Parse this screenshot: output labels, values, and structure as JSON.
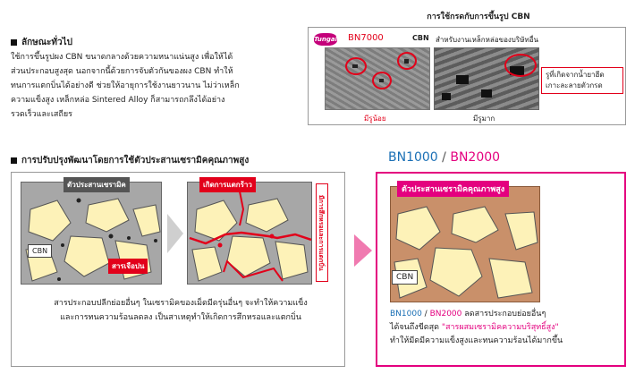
{
  "general": {
    "heading": "ลักษณะทั่วไป",
    "lines": [
      "ใช้การขึ้นรูปผง CBN ขนาดกลางด้วยความหนาแน่นสูง เพื่อให้ได้",
      "ส่วนประกอบสูงสุด นอกจากนี้ด้วยการจับตัวกันของผง CBN ทำให้",
      "ทนการแตกบิ่นได้อย่างดี ช่วยให้อายุการใช้งานยาวนาน ไม่ว่าเหล็ก",
      "ความแข็งสูง เหล็กหล่อ Sintered Alloy ก็สามารถกลึงได้อย่าง",
      "รวดเร็วและเสถียร"
    ]
  },
  "comparison": {
    "title": "การใช้กรดกับการขึ้นรูป CBN",
    "logo_text": "Tungaloy",
    "product_name": "BN7000",
    "competitor_prefix": "CBN",
    "competitor_desc": "สำหรับงานเหล็กหล่อของบริษัทอื่น",
    "left_caption": "มีรูน้อย",
    "right_caption": "มีรูมาก",
    "callout_lines": [
      "รูที่เกิดจากน้ำยาฮีด",
      "เกาะละลายตัวกรด"
    ]
  },
  "improvement": {
    "heading": "การปรับปรุงพัฒนาโดยการใช้ตัวประสานเซรามิคคุณภาพสูง",
    "binder_label": "ตัวประสานเซรามิค",
    "cbn_label": "CBN",
    "impurity_label": "สารเจือปน",
    "crack_label": "เกิดการแตกร้าว",
    "vertical_label": "มีการสึกหรอและการแตกบิ่น",
    "desc_lines": [
      "สารประกอบปลีกย่อยอื่นๆ ในเซรามิคของเม็ดมีดรุ่นอื่นๆ จะทำให้ความแข็ง",
      "และการทนความร้อนลดลง เป็นสาเหตุทำให้เกิดการสึกหรอและแตกบิ่น"
    ]
  },
  "new_product": {
    "title_1": "BN1000",
    "title_sep": "/",
    "title_2": "BN2000",
    "binder_label": "ตัวประสานเซรามิคคุณภาพสูง",
    "cbn_label": "CBN",
    "desc_1": "BN1000",
    "desc_sep": " / ",
    "desc_2": "BN2000",
    "desc_line1_rest": " ลดสารประกอบย่อยอื่นๆ",
    "desc_line2_pre": "ได้จนถึงขีดสุด ",
    "desc_line2_highlight": "\"สารผสมเซรามิคความบริสุทธิ์สูง\"",
    "desc_line3": "ทำให้มีดมีความแข็งสูงและทนความร้อนได้มากขึ้น"
  },
  "colors": {
    "accent_red": "#e2001a",
    "accent_pink": "#e4007f",
    "accent_blue": "#1a6fb5"
  }
}
